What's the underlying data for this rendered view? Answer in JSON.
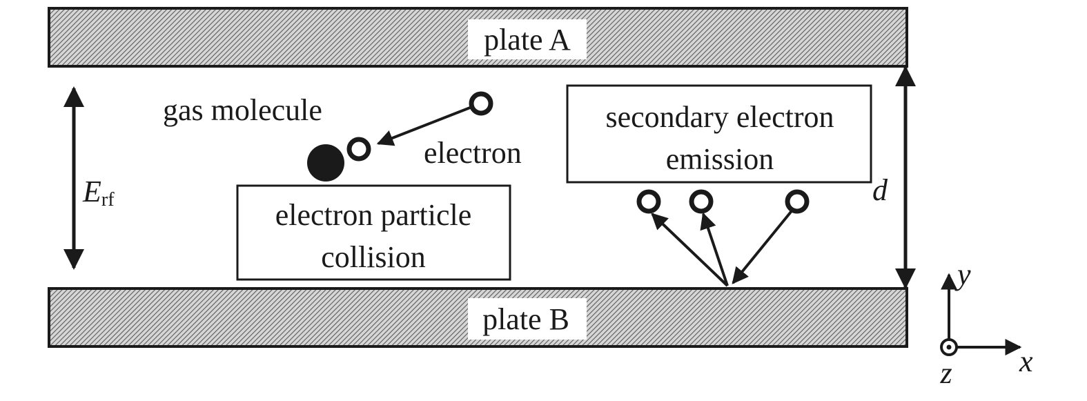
{
  "plates": {
    "top_label": "plate A",
    "bottom_label": "plate B"
  },
  "field": {
    "symbol": "E",
    "subscript": "rf"
  },
  "gap": {
    "label": "d"
  },
  "labels": {
    "gas_molecule": "gas molecule",
    "electron": "electron",
    "collision_line1": "electron particle",
    "collision_line2": "collision",
    "emission_line1": "secondary electron",
    "emission_line2": "emission"
  },
  "axes": {
    "x": "x",
    "y": "y",
    "z": "z"
  },
  "colors": {
    "ink": "#1a1a1a",
    "hatch": "#7a7a7a",
    "background": "#ffffff"
  }
}
